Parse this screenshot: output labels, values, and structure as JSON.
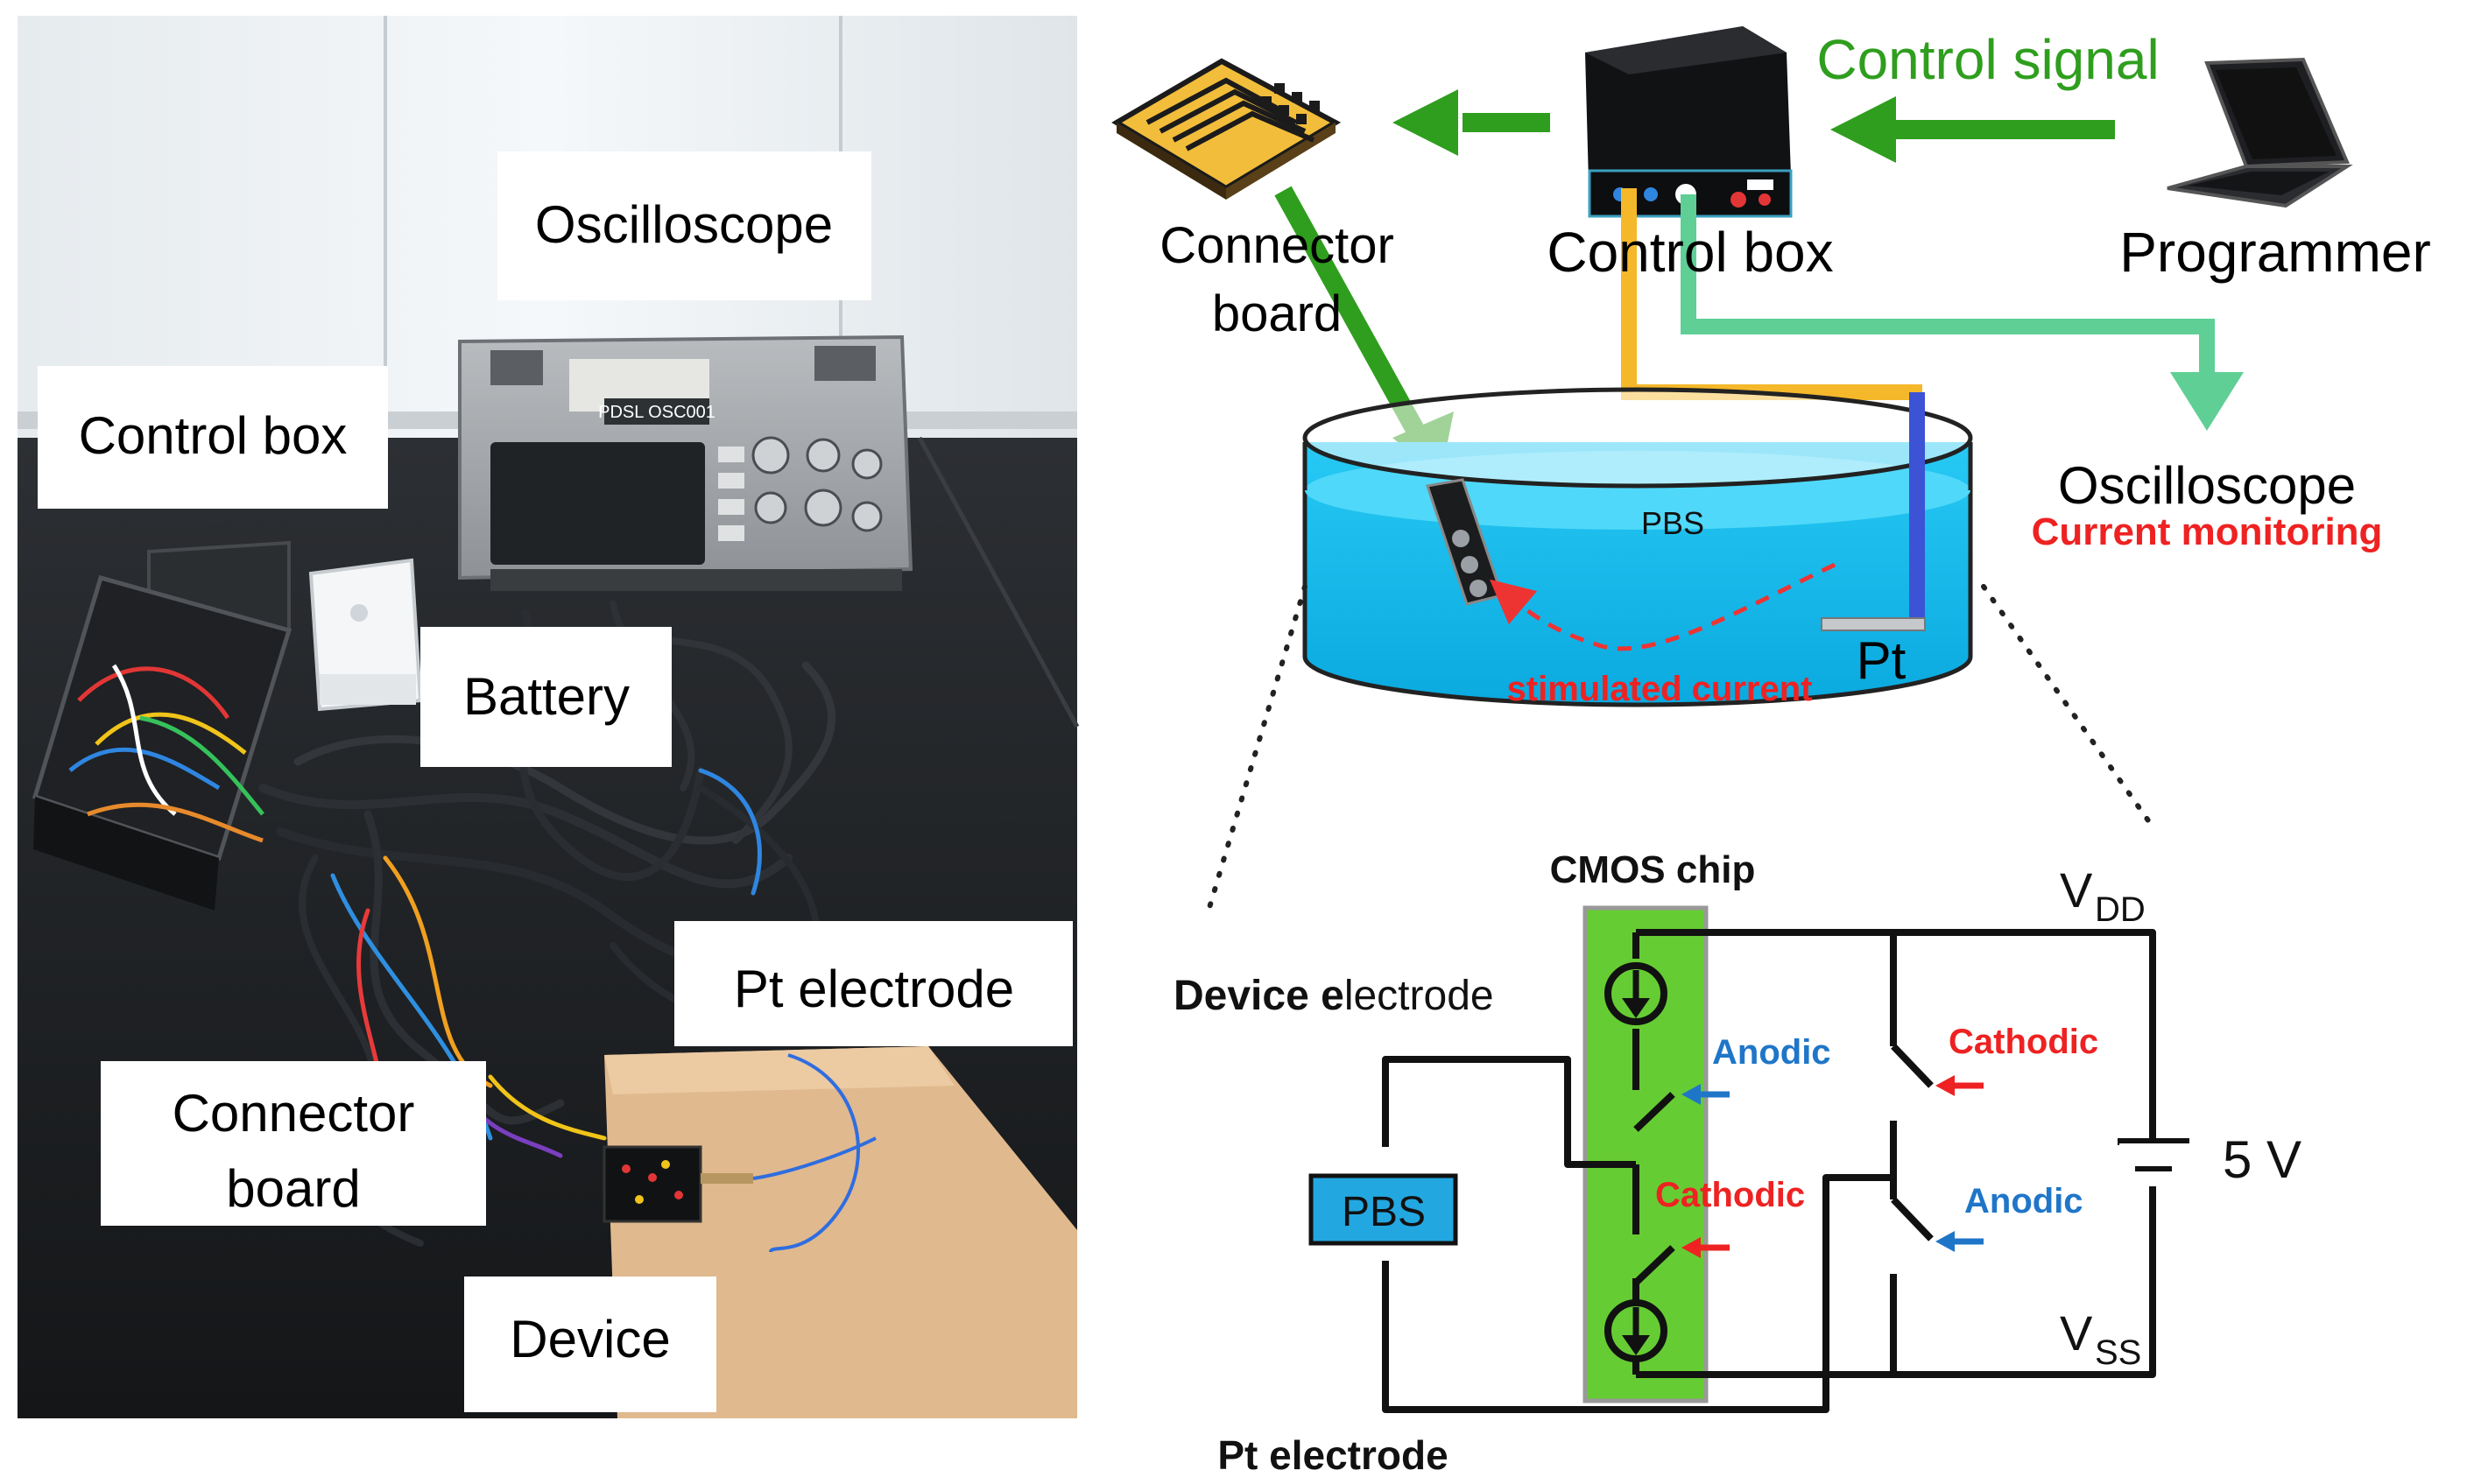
{
  "photo": {
    "labels": {
      "oscilloscope": "Oscilloscope",
      "control_box": "Control box",
      "battery": "Battery",
      "pt_electrode": "Pt electrode",
      "connector_board_line1": "Connector",
      "connector_board_line2": "board",
      "device": "Device"
    },
    "oscilloscope_panel_text": "PDSL OSC001"
  },
  "system": {
    "control_signal": "Control signal",
    "connector_board_line1": "Connector",
    "connector_board_line2": "board",
    "control_box": "Control box",
    "programmer": "Programmer",
    "oscilloscope": "Oscilloscope",
    "current_monitoring": "Current monitoring",
    "pbs": "PBS",
    "pt": "Pt",
    "stimulated_current": "stimulated current"
  },
  "circuit": {
    "cmos_chip": "CMOS chip",
    "vdd_main": "V",
    "vdd_sub": "DD",
    "vss_main": "V",
    "vss_sub": "SS",
    "device_electrode_bold": "Device e",
    "device_electrode_rest": "lectrode",
    "anodic_top": "Anodic",
    "cathodic_top": "Cathodic",
    "cathodic_mid": "Cathodic",
    "anodic_mid": "Anodic",
    "pbs": "PBS",
    "voltage": "5 V",
    "pt_electrode": "Pt electrode"
  },
  "colors": {
    "green_arrow": "#2f9e1e",
    "mint_arrow": "#5fcf96",
    "yellow_wire": "#f5b82a",
    "water": "#17bff0",
    "cmos_green": "#66cc33",
    "pbs_box": "#23a7e0",
    "blue_label": "#1f76c8",
    "red_label": "#ee2222"
  }
}
